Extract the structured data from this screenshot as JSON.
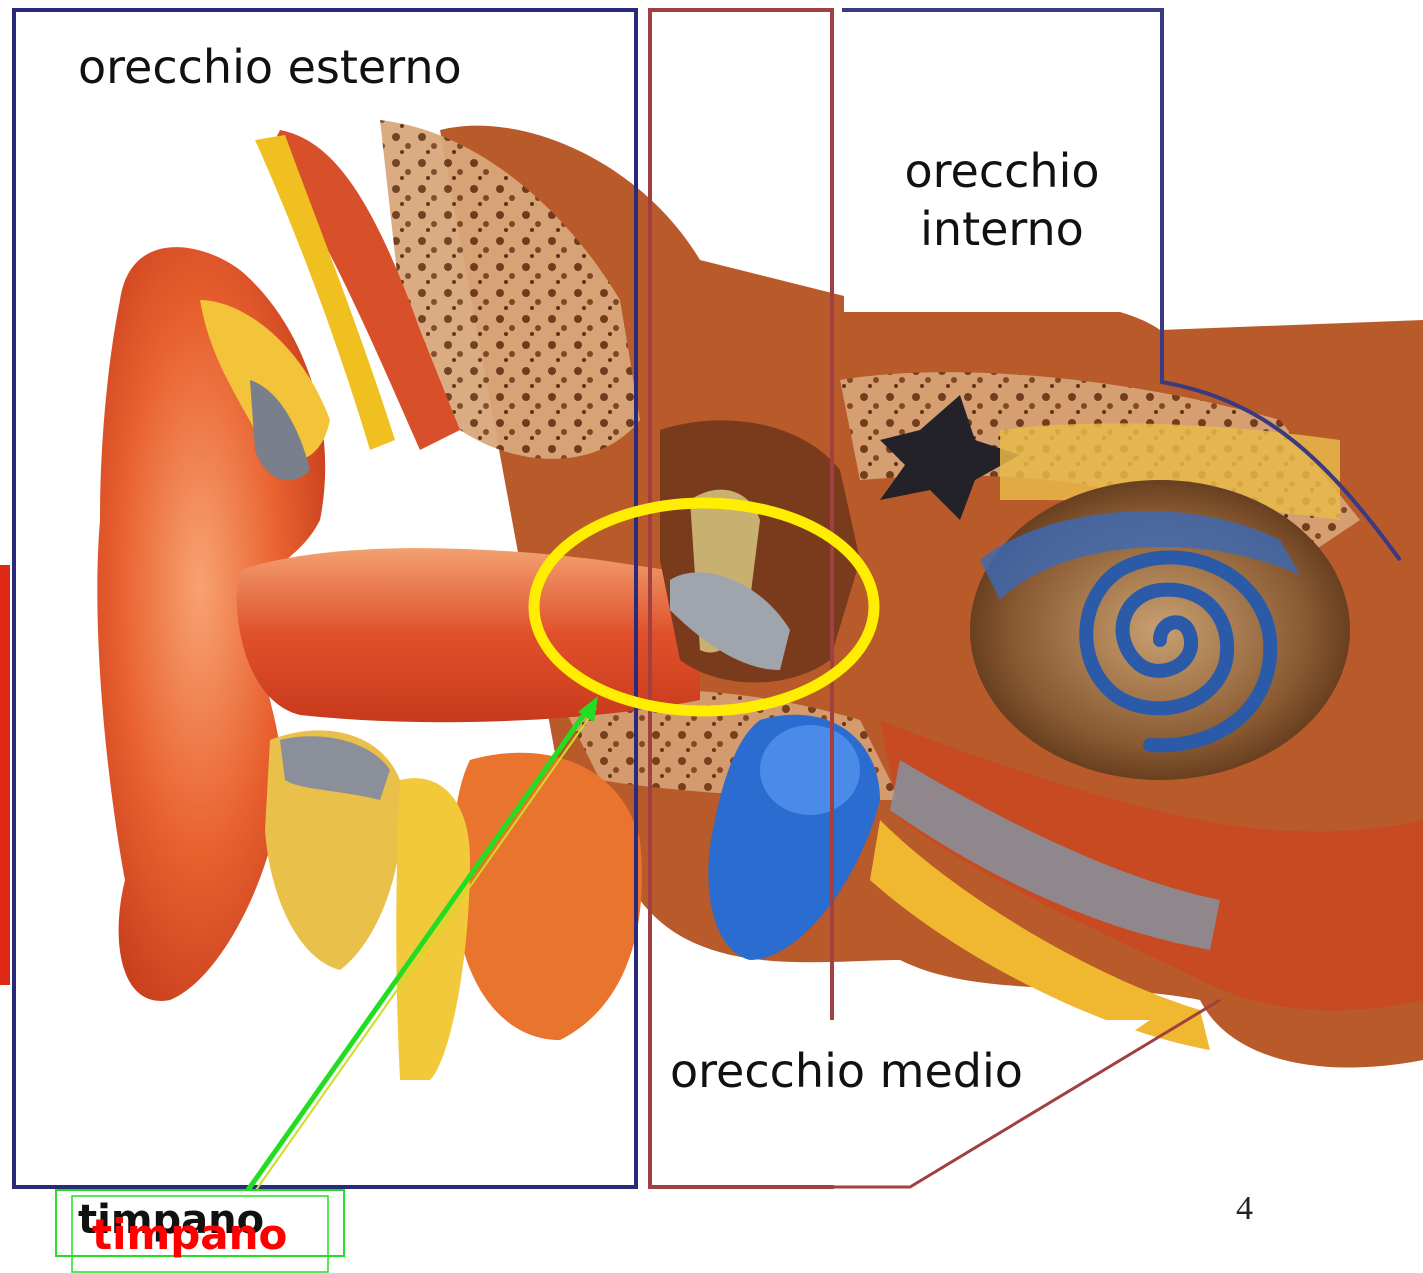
{
  "labels": {
    "outer_ear": "orecchio esterno",
    "inner_ear_line1": "orecchio",
    "inner_ear_line2": "interno",
    "middle_ear": "orecchio medio",
    "eardrum_black": "timpano",
    "eardrum_red": "timpano"
  },
  "page_number": "4",
  "colors": {
    "outer_frame": "#2a2a7a",
    "middle_frame": "#a04040",
    "highlight_ellipse": "#ffee00",
    "pointer_arrow": "#22dd22",
    "eardrum_label": "#ff0000"
  }
}
